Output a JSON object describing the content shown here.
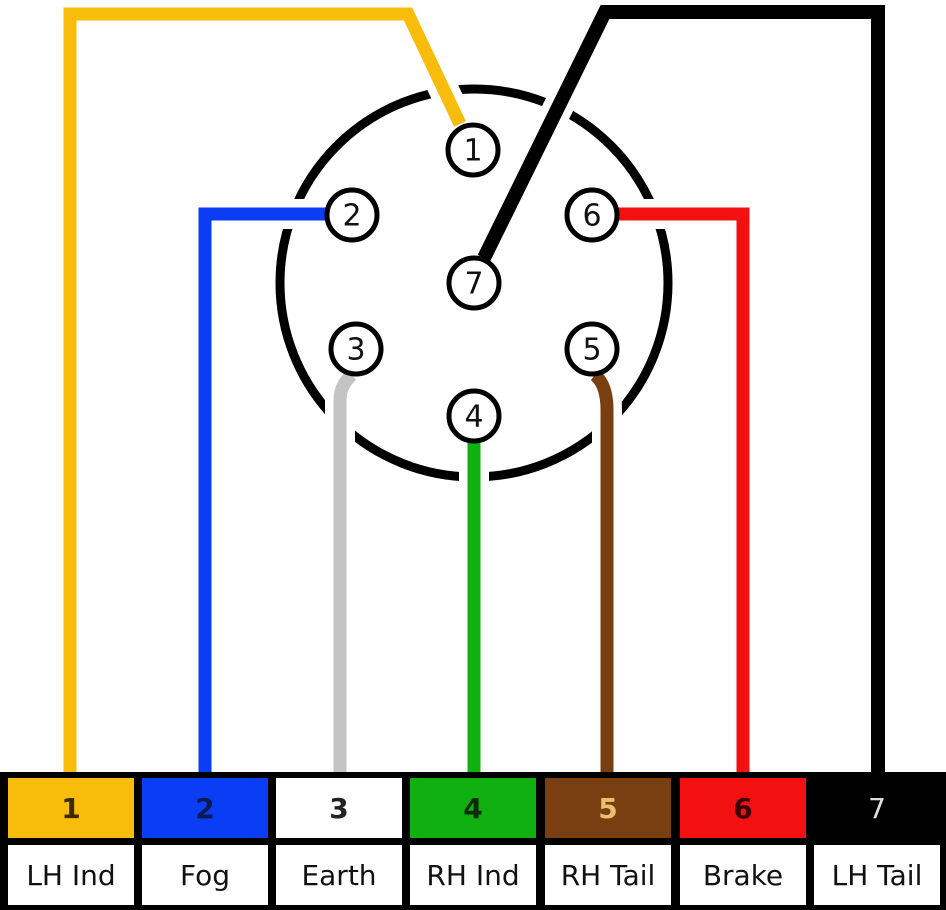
{
  "pins": [
    {
      "number": "1",
      "function": "LH Ind",
      "wire_color": "#F8BC0A",
      "text_color": "#3a2a00"
    },
    {
      "number": "2",
      "function": "Fog",
      "wire_color": "#0A3EF5",
      "text_color": "#0a1a50"
    },
    {
      "number": "3",
      "function": "Earth",
      "wire_color": "#C4C4C4",
      "cell_color": "#FFFFFF",
      "text_color": "#222222"
    },
    {
      "number": "4",
      "function": "RH Ind",
      "wire_color": "#10B010",
      "text_color": "#0a2a0a"
    },
    {
      "number": "5",
      "function": "RH Tail",
      "wire_color": "#7A3F10",
      "text_color": "#E8C070"
    },
    {
      "number": "6",
      "function": "Brake",
      "wire_color": "#F21010",
      "text_color": "#3a0000"
    },
    {
      "number": "7",
      "function": "LH Tail",
      "wire_color": "#000000",
      "text_color": "#DDDDDD"
    }
  ]
}
